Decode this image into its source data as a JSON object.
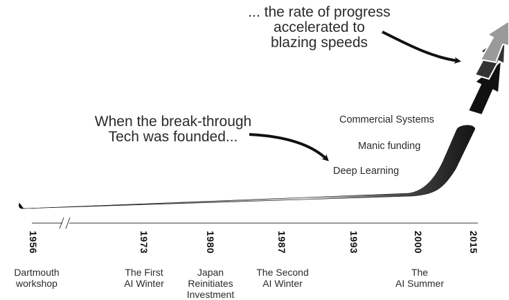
{
  "annotations": {
    "top": [
      "... the rate of progress",
      "accelerated to",
      "blazing speeds"
    ],
    "middle": [
      "When the break-through",
      "Tech was founded..."
    ]
  },
  "stages": [
    "Commercial Systems",
    "Manic funding",
    "Deep Learning"
  ],
  "timeline": [
    {
      "year": "1956",
      "event": [
        "Dartmouth",
        "workshop"
      ]
    },
    {
      "year": "1973",
      "event": [
        "The First",
        "AI Winter"
      ]
    },
    {
      "year": "1980",
      "event": [
        "Japan",
        "Reinitiates",
        "Investment"
      ]
    },
    {
      "year": "1987",
      "event": [
        "The Second",
        "AI Winter"
      ]
    },
    {
      "year": "1993",
      "event": []
    },
    {
      "year": "2000",
      "event": [
        "The",
        "AI Summer"
      ]
    },
    {
      "year": "2015",
      "event": []
    }
  ],
  "colors": {
    "curve_dark": "#111111",
    "curve_light": "#d8d8d8",
    "arrow_gray": "#9a9a9a"
  }
}
